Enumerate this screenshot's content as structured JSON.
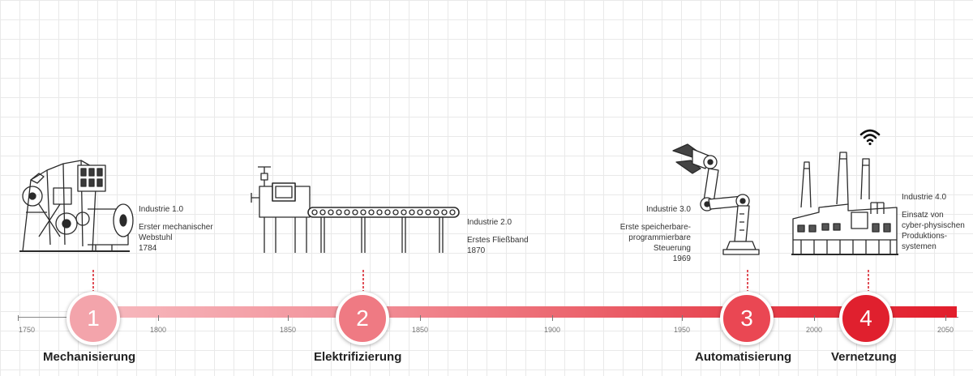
{
  "stages": [
    {
      "number": "1",
      "phase": "Mechanisierung",
      "title": "Industrie 1.0",
      "lines": [
        "Erster mechanischer",
        "Webstuhl",
        "1784"
      ],
      "color": "#f3a4ab"
    },
    {
      "number": "2",
      "phase": "Elektrifizierung",
      "title": "Industrie 2.0",
      "lines": [
        "Erstes Fließband",
        "1870"
      ],
      "color": "#ef7a83"
    },
    {
      "number": "3",
      "phase": "Automatisierung",
      "title": "Industrie 3.0",
      "lines": [
        "Erste speicherbare-",
        "programmierbare Steuerung",
        "1969"
      ],
      "color": "#ea4753"
    },
    {
      "number": "4",
      "phase": "Vernetzung",
      "title": "Industrie 4.0",
      "lines": [
        "Einsatz von",
        "cyber-physischen",
        "Produktions-",
        "systemen"
      ],
      "color": "#e0202e"
    }
  ],
  "axis": {
    "years": [
      "1750",
      "1800",
      "1850",
      "1850",
      "1900",
      "1950",
      "2000",
      "2050"
    ],
    "bar_gradient": [
      "#f7bcc1",
      "#e21d2b"
    ]
  },
  "icons": [
    "loom-icon",
    "conveyor-belt-icon",
    "robot-arm-icon",
    "factory-icon",
    "wifi-icon"
  ]
}
